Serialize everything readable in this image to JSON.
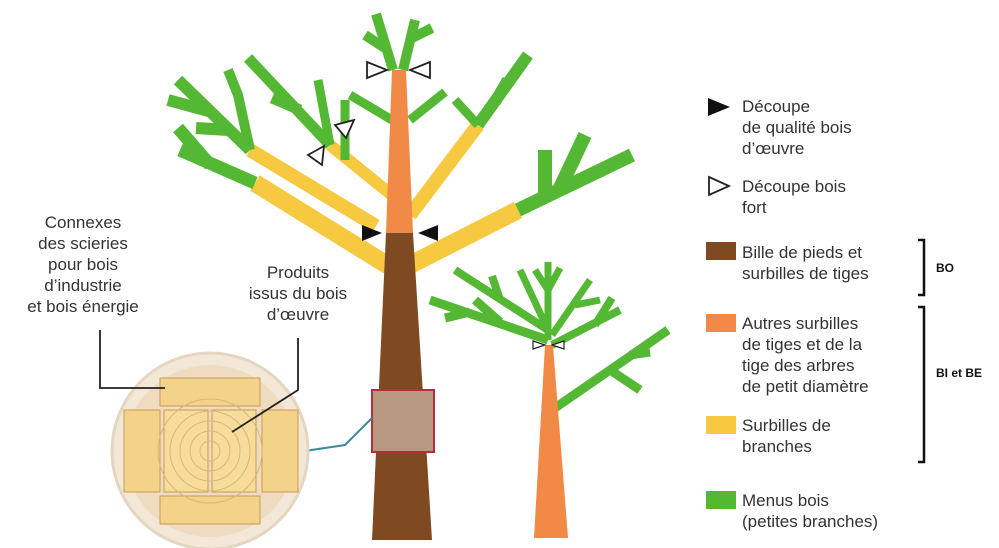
{
  "colors": {
    "bille": "#7f4a22",
    "autres_surbilles": "#f08a46",
    "surbilles_branches": "#f6c940",
    "menus_bois": "#54b834",
    "log_light": "#f3d28a",
    "log_ring": "#c99a50",
    "magnifier_outline": "#b03040",
    "leader": "#3a8a9a"
  },
  "labels": {
    "connexes": [
      "Connexes",
      "des scieries",
      "pour bois",
      "d’industrie",
      "et bois énergie"
    ],
    "produits": [
      "Produits",
      "issus du bois",
      "d’œuvre"
    ]
  },
  "legend": {
    "decoupe_qualite": [
      "Découpe",
      "de qualité bois",
      "d’œuvre"
    ],
    "decoupe_fort": [
      "Découpe bois",
      "fort"
    ],
    "bille": [
      "Bille de pieds et",
      "surbilles de tiges"
    ],
    "autres": [
      "Autres surbilles",
      "de tiges et de la",
      "tige des arbres",
      "de petit diamètre"
    ],
    "branches": [
      "Surbilles de",
      "branches"
    ],
    "menus": [
      "Menus bois",
      "(petites branches)"
    ],
    "bracket_bo": "BO",
    "bracket_bibe": "BI et BE"
  },
  "icons": {
    "filled_marker": "filled-triangle-icon",
    "open_marker": "open-triangle-icon"
  }
}
